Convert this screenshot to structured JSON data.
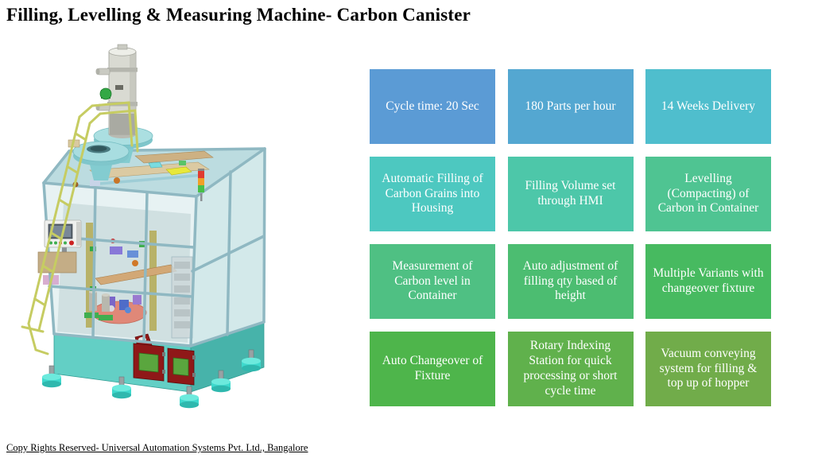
{
  "slide": {
    "title": "Filling, Levelling & Measuring Machine- Carbon Canister",
    "footer": "Copy Rights Reserved- Universal Automation Systems Pvt. Ltd., Bangalore"
  },
  "machine": {
    "description": "3D CAD render of filling, levelling and measuring machine for carbon canister",
    "colors": {
      "base_teal": "#63cfc5",
      "frame": "#8fb8c2",
      "glass": "#e4f1f2",
      "ladder_yellow": "#c6cc62",
      "door_red": "#8f1818",
      "door_window_green": "#5aa63e",
      "foot_cyan": "#3ed9cd",
      "cylinder_gray": "#d9dad2",
      "hopper_teal": "#abdfe1"
    }
  },
  "feature_grid": {
    "cells": [
      {
        "label": "Cycle time: 20 Sec",
        "color": "#5b9bd5"
      },
      {
        "label": "180 Parts per hour",
        "color": "#54a7d1"
      },
      {
        "label": "14 Weeks Delivery",
        "color": "#4fbecd"
      },
      {
        "label": "Automatic Filling of Carbon Grains into Housing",
        "color": "#4dc8c0"
      },
      {
        "label": "Filling Volume set through HMI",
        "color": "#4dc7a9"
      },
      {
        "label": "Levelling (Compacting) of Carbon in Container",
        "color": "#4fc492"
      },
      {
        "label": "Measurement of Carbon level in Container",
        "color": "#4fc083"
      },
      {
        "label": "Auto adjustment of filling qty based of height",
        "color": "#4cbd71"
      },
      {
        "label": "Multiple Variants with changeover fixture",
        "color": "#47ba60"
      },
      {
        "label": "Auto Changeover of Fixture",
        "color": "#4eb54b"
      },
      {
        "label": "Rotary Indexing Station for quick processing or short cycle time",
        "color": "#60b14c"
      },
      {
        "label": "Vacuum conveying system for filling & top up of hopper",
        "color": "#71ac4a"
      }
    ]
  }
}
